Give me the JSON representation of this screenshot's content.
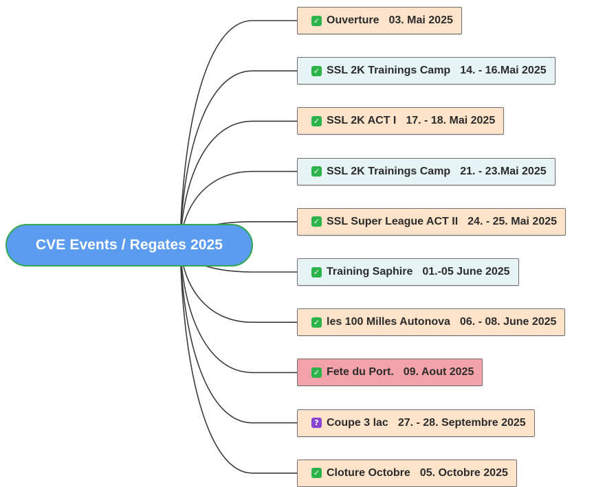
{
  "root": {
    "label": "CVE Events / Regates 2025",
    "fill_color": "#5b9bf0",
    "border_color": "#2fa84f"
  },
  "node_colors": {
    "peach": "#fce3ca",
    "light_blue": "#e7f4f5",
    "pink": "#f2a2a8"
  },
  "events": [
    {
      "title": "Ouverture",
      "date": "03. Mai 2025",
      "color": "peach",
      "status": "done",
      "icon": "check-icon"
    },
    {
      "title": "SSL 2K Trainings Camp",
      "date": "14. - 16.Mai 2025",
      "color": "light_blue",
      "status": "done",
      "icon": "check-icon"
    },
    {
      "title": "SSL 2K ACT I",
      "date": "17. - 18. Mai 2025",
      "color": "peach",
      "status": "done",
      "icon": "check-icon"
    },
    {
      "title": "SSL 2K Trainings Camp",
      "date": "21. - 23.Mai 2025",
      "color": "light_blue",
      "status": "done",
      "icon": "check-icon"
    },
    {
      "title": "SSL Super League ACT II",
      "date": "24. - 25. Mai 2025",
      "color": "peach",
      "status": "done",
      "icon": "check-icon"
    },
    {
      "title": "Training Saphire",
      "date": "01.-05 June 2025",
      "color": "light_blue",
      "status": "done",
      "icon": "check-icon"
    },
    {
      "title": "les 100 Milles Autonova",
      "date": "06. - 08. June 2025",
      "color": "peach",
      "status": "done",
      "icon": "check-icon"
    },
    {
      "title": "Fete du Port.",
      "date": "09. Aout 2025",
      "color": "pink",
      "status": "done",
      "icon": "check-icon"
    },
    {
      "title": "Coupe 3 lac",
      "date": "27. - 28. Septembre 2025",
      "color": "peach",
      "status": "unknown",
      "icon": "question-icon"
    },
    {
      "title": "Cloture  Octobre",
      "date": "05. Octobre 2025",
      "color": "peach",
      "status": "done",
      "icon": "check-icon"
    }
  ]
}
